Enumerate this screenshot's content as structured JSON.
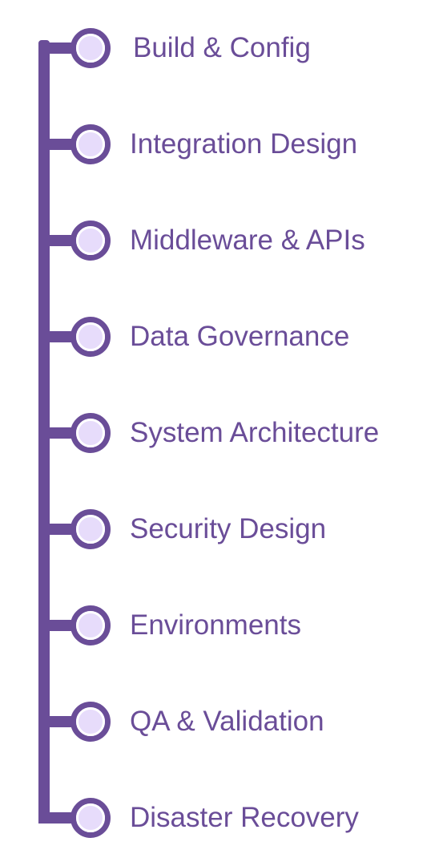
{
  "colors": {
    "line": "#6a4d98",
    "node_fill": "#e7dcfb",
    "text": "#6a4d98"
  },
  "items": [
    {
      "label": "Build & Config"
    },
    {
      "label": "Integration Design"
    },
    {
      "label": "Middleware & APIs"
    },
    {
      "label": "Data Governance"
    },
    {
      "label": "System Architecture"
    },
    {
      "label": "Security Design"
    },
    {
      "label": "Environments"
    },
    {
      "label": "QA & Validation"
    },
    {
      "label": "Disaster Recovery"
    }
  ]
}
